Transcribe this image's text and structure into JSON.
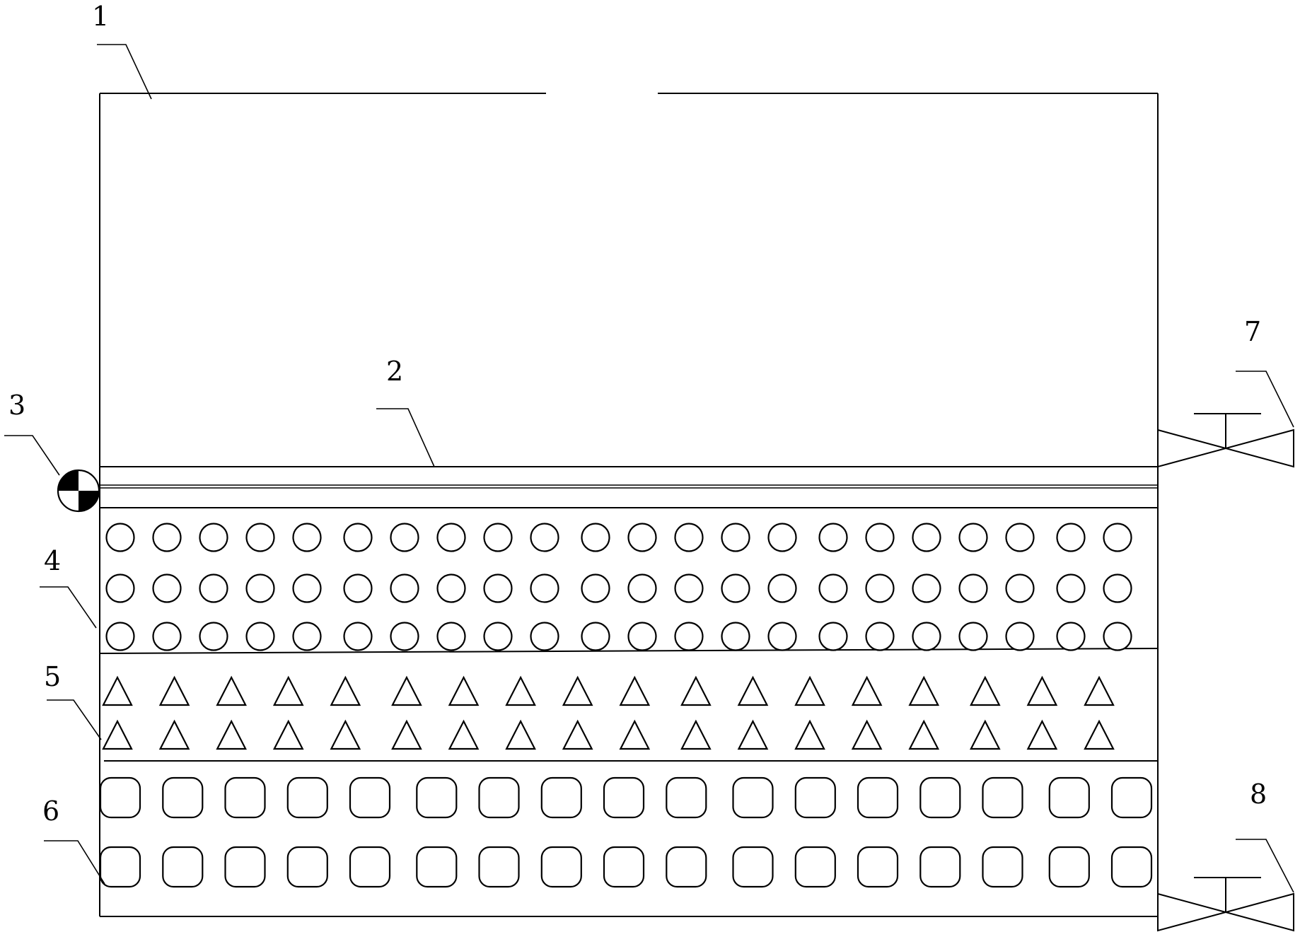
{
  "labels": {
    "container": "1",
    "filter_plate": "2",
    "rotating_joint": "3",
    "layer_circles": "4",
    "layer_triangles": "5",
    "layer_rounded_squares": "6",
    "upper_valve": "7",
    "lower_valve": "8"
  },
  "layers": {
    "circle_rows": [
      22,
      22,
      22
    ],
    "triangle_rows": [
      18,
      18
    ],
    "rounded_square_rows": [
      17,
      17
    ]
  }
}
